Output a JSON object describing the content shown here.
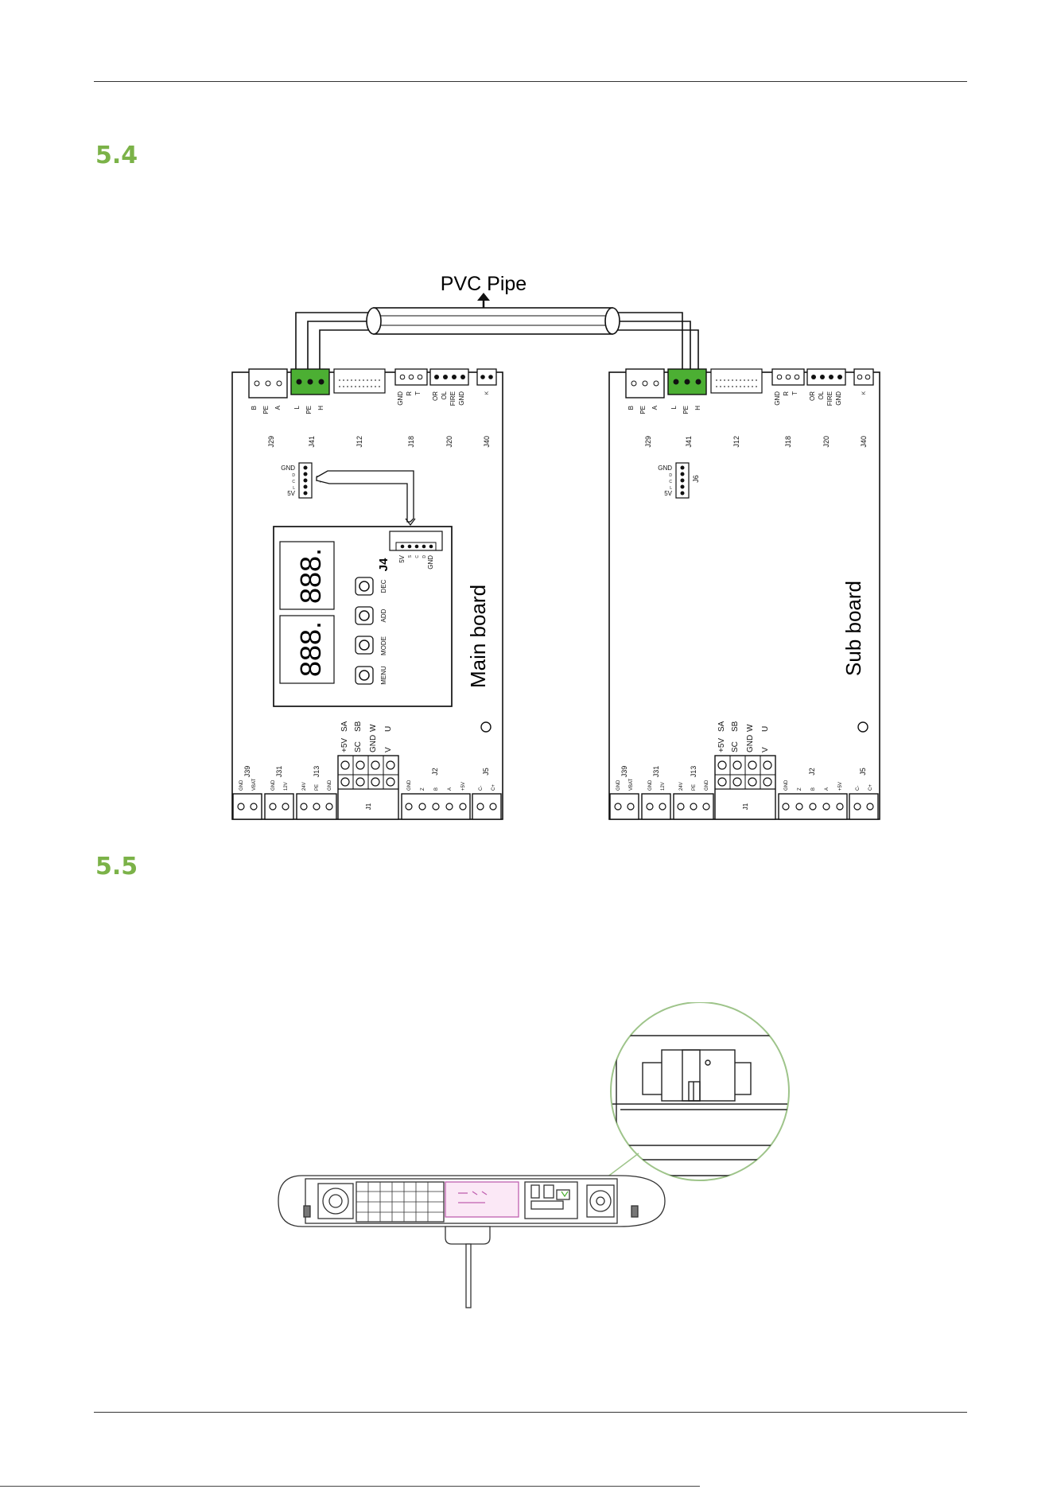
{
  "colors": {
    "heading": "#7bb248",
    "terminal_green": "#4caf33"
  },
  "sections": [
    {
      "number": "5.4"
    },
    {
      "number": "5.5"
    }
  ],
  "diagram": {
    "pipe_label": "PVC Pipe",
    "boards": [
      {
        "name": "Main board"
      },
      {
        "name": "Sub board"
      }
    ],
    "top_connectors": {
      "j29_pins": [
        "B",
        "PE",
        "A"
      ],
      "j41_pins": [
        "L",
        "PE",
        "H"
      ],
      "j18_pins": [
        "GND",
        "R",
        "T"
      ],
      "j20_pins": [
        "OR",
        "OL",
        "FIRE",
        "GND"
      ],
      "j40_pins": [
        "K"
      ],
      "ids": [
        "J29",
        "J41",
        "J12",
        "J18",
        "J20",
        "J40"
      ]
    },
    "j6": {
      "id": "J6",
      "pins": [
        "GND",
        "D",
        "C",
        "L",
        "5V"
      ]
    },
    "display": {
      "digits": [
        "888.",
        "888."
      ],
      "j4_id": "J4",
      "j4_pins": [
        "5V",
        "S",
        "C",
        "D",
        "GND"
      ],
      "buttons": [
        "DEC",
        "ADD",
        "MODE",
        "MENU"
      ]
    },
    "bottom": {
      "j1_top_pins": [
        "SA",
        "SB",
        "W",
        "U"
      ],
      "j1_bottom_pins": [
        "+5V",
        "SC",
        "GND",
        "V"
      ],
      "ids": [
        "J39",
        "J31",
        "J13",
        "J2",
        "J5",
        "J1"
      ],
      "j39_pins": [
        "GND",
        "VBAT"
      ],
      "j31_pins": [
        "GND",
        "12V"
      ],
      "j13_pins": [
        "24V",
        "PE",
        "GND"
      ],
      "j2_pins": [
        "GND",
        "Z",
        "B",
        "A",
        "+5V"
      ],
      "j5_pins": [
        "C-",
        "C+"
      ]
    }
  }
}
